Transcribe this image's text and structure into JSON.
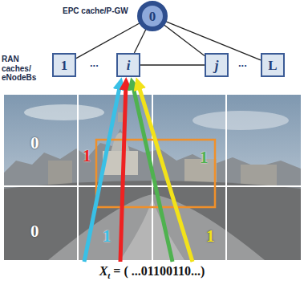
{
  "diagram": {
    "nodes": [
      {
        "text": [
          "0"
        ]
      },
      {
        "text": [
          "1"
        ]
      },
      {
        "text": [
          "i"
        ]
      },
      {
        "text": [
          "j"
        ]
      },
      {
        "text": [
          "L"
        ]
      }
    ],
    "edges": [
      {
        "from": 0,
        "to": 1,
        "arrow": "none"
      },
      {
        "from": 0,
        "to": 2,
        "arrow": "none"
      },
      {
        "from": 0,
        "to": 3,
        "arrow": "none"
      },
      {
        "from": 0,
        "to": 4,
        "arrow": "none"
      },
      {
        "from": 2,
        "to": 3,
        "arrow": "none"
      }
    ],
    "labels": [
      "EPC cache/P-GW",
      "RAN caches/ eNodeBs",
      "...",
      "...",
      "0",
      "1",
      "1",
      "0",
      "1",
      "1",
      "X",
      "t",
      "= ( ...01100110...)"
    ]
  }
}
